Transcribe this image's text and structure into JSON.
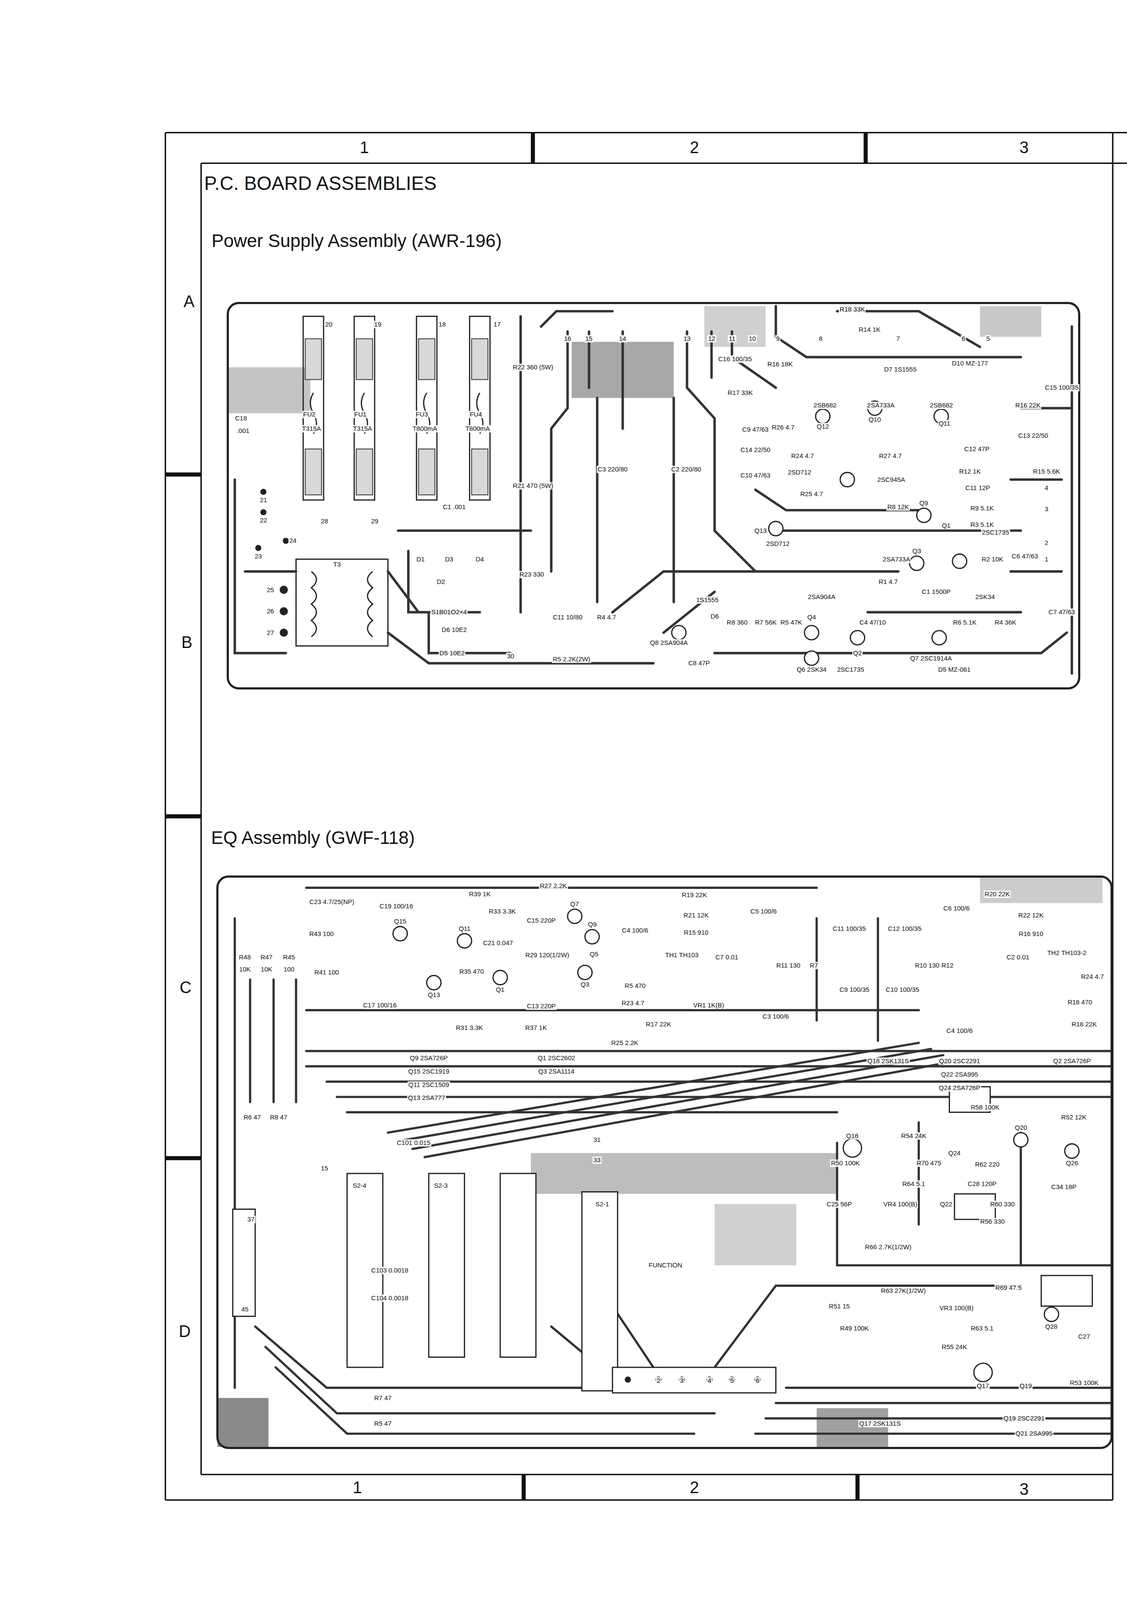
{
  "diagram": {
    "title": "P.C. BOARD ASSEMBLIES",
    "nodes": [
      {
        "text": [
          "Power Supply Assembly (AWR-196)"
        ]
      },
      {
        "text": [
          "EQ Assembly (GWF-118)"
        ]
      }
    ],
    "labels": [
      "1",
      "2",
      "3",
      "1",
      "2",
      "3",
      "A",
      "B",
      "C",
      "D",
      "20",
      "19",
      "18",
      "17",
      "16",
      "15",
      "14",
      "13",
      "12",
      "11",
      "10",
      "9",
      "8",
      "7",
      "6",
      "5",
      "FU2",
      "T315A",
      "FU1",
      "T315A",
      "FU3",
      "T800mA",
      "FU4",
      "T800mA",
      "C18",
      ".001",
      "21",
      "22",
      "24",
      "23",
      "28",
      "29",
      "25",
      "26",
      "27",
      "T3",
      "C1 .001",
      "R22 360 (5W)",
      "R21 470 (5W)",
      "C3 220/80",
      "C2 220/80",
      "D1",
      "D3",
      "D4",
      "D2",
      "S1B01O2×4",
      "D6 10E2",
      "D5 10E2",
      "30",
      "R23 330",
      "C11 10/80",
      "R4 4.7",
      "R5 2.2K(2W)",
      "C16 100/35",
      "R17 33K",
      "R16 18K",
      "R18 33K",
      "R14 1K",
      "D7 1S1555",
      "D10 MZ-177",
      "C15 100/35",
      "2SB682",
      "2SA733A",
      "2SB682",
      "C9 47/63",
      "R26 4.7",
      "Q12",
      "Q10",
      "Q11",
      "R16 22K",
      "C12 47P",
      "C13 22/50",
      "C14 22/50",
      "R24 4.7",
      "R27 4.7",
      "2SD712",
      "2SC945A",
      "C10 47/63",
      "R12 1K",
      "R15 5.6K",
      "C11 12P",
      "R9 5.1K",
      "R25 4.7",
      "R8 12K",
      "Q9",
      "4",
      "3",
      "R3 5.1K",
      "Q1",
      "2SC1735",
      "2",
      "1",
      "Q13",
      "2SD712",
      "2SA733A",
      "Q3",
      "R2 10K",
      "C6 47/63",
      "1S1555",
      "2SA904A",
      "R1 4.7",
      "C1 1500P",
      "2SK34",
      "C7 47/63",
      "D6",
      "R8 360",
      "R7 56K",
      "R5 47K",
      "Q4",
      "C4 47/10",
      "R6 5.1K",
      "R4 36K",
      "Q8 2SA904A",
      "C8 47P",
      "Q6 2SK34",
      "Q2",
      "2SC1735",
      "Q7 2SC1914A",
      "D5 MZ-061",
      "C23 4.7/25(NP)",
      "C19 100/16",
      "R39 1K",
      "R33 3.3K",
      "R27 2.2K",
      "Q7",
      "R19 22K",
      "C5 100/6",
      "R43 100",
      "Q15",
      "Q11",
      "C15 220P",
      "Q9",
      "R21 12K",
      "C4 100/6",
      "R15 910",
      "C11 100/35",
      "C12 100/35",
      "C6 100/6",
      "R20 22K",
      "R22 12K",
      "R16 910",
      "R48",
      "10K",
      "R47",
      "10K",
      "R45",
      "100",
      "R41 100",
      "C21 0.047",
      "R35 470",
      "R29 120(1/2W)",
      "Q5",
      "TH1 TH103",
      "C7 0.01",
      "R11 130",
      "R7",
      "R10 130",
      "R12",
      "C2 0.01",
      "TH2 TH103-2",
      "R24 4.7",
      "Q13",
      "Q1",
      "Q3",
      "R5 470",
      "R23 4.7",
      "VR1 1K(B)",
      "C9 100/35",
      "C10 100/35",
      "R18 470",
      "C17 100/16",
      "C13 220P",
      "C3 100/6",
      "C4 100/6",
      "R18 22K",
      "R31 3.3K",
      "R37 1K",
      "R17 22K",
      "R25 2.2K",
      "Q9 2SA726P",
      "Q1 2SC2602",
      "Q15 2SC1919",
      "Q3 2SA1114",
      "Q11 2SC1509",
      "Q13 2SA777",
      "Q18 2SK131S",
      "Q20 2SC2291",
      "Q22 2SA995",
      "Q24 2SA726P",
      "Q2 2SA726P",
      "R6 47",
      "R8 47",
      "C101 0.015",
      "15",
      "R58 100K",
      "R54 24K",
      "R52 12K",
      "Q18",
      "Q20",
      "R70 475",
      "Q24",
      "R62 220",
      "R64 5.1",
      "R50 100K",
      "C28 120P",
      "Q26",
      "C34 18P",
      "C25 56P",
      "VR4 100(B)",
      "Q22",
      "R60 330",
      "R56 330",
      "R66 2.7K(1/2W)",
      "31",
      "33",
      "S2-4",
      "S2-3",
      "S2-1",
      "FUNCTION",
      "37",
      "45",
      "C103 0.0018",
      "C104 0.0018",
      "2",
      "3",
      "4",
      "5",
      "6",
      "R51 15",
      "R49 100K",
      "R63 27K(1/2W)",
      "VR3 100(B)",
      "R69 47.5",
      "Q28",
      "C27",
      "R55 24K",
      "R63 5.1",
      "Q17",
      "Q19",
      "R53 100K",
      "R7 47",
      "R5 47",
      "Q17 2SK131S",
      "Q19 2SC2291",
      "Q21 2SA995"
    ]
  }
}
